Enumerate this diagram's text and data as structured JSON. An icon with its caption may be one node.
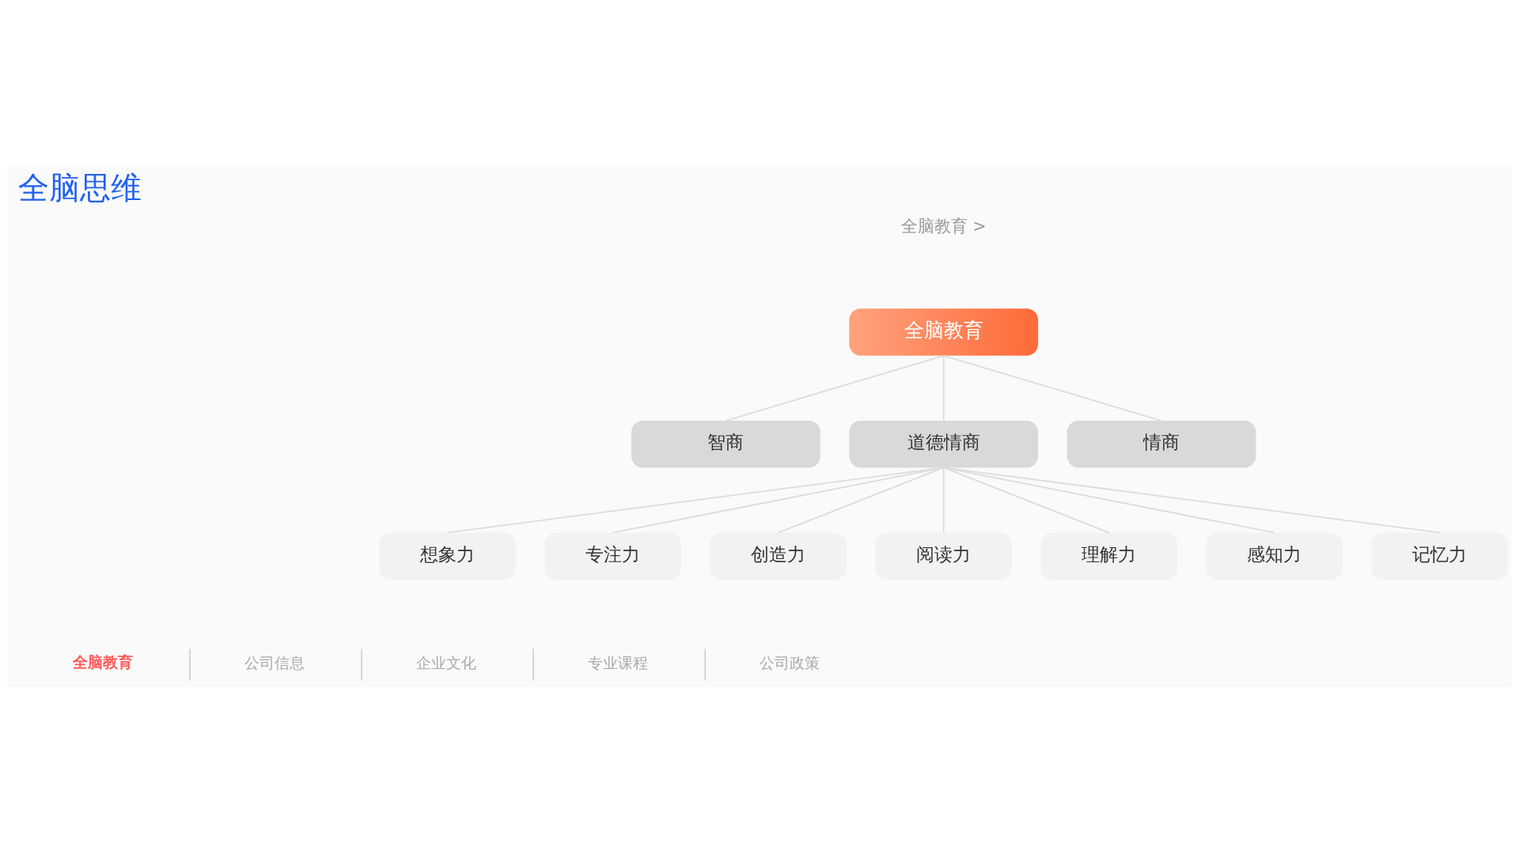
{
  "diagram": {
    "title": "全脑思维",
    "nodes": [
      {
        "text": [
          "全脑教育"
        ]
      },
      {
        "text": [
          "智商"
        ]
      },
      {
        "text": [
          "道德情商"
        ]
      },
      {
        "text": [
          "情商"
        ]
      },
      {
        "text": [
          "想象力"
        ]
      },
      {
        "text": [
          "专注力"
        ]
      },
      {
        "text": [
          "创造力"
        ]
      },
      {
        "text": [
          "阅读力"
        ]
      },
      {
        "text": [
          "理解力"
        ]
      },
      {
        "text": [
          "感知力"
        ]
      },
      {
        "text": [
          "记忆力"
        ]
      }
    ],
    "edges": [
      {
        "from": 0,
        "to": 1,
        "arrow": "none"
      },
      {
        "from": 0,
        "to": 2,
        "arrow": "none"
      },
      {
        "from": 0,
        "to": 3,
        "arrow": "none"
      },
      {
        "from": 2,
        "to": 4,
        "arrow": "none"
      },
      {
        "from": 2,
        "to": 5,
        "arrow": "none"
      },
      {
        "from": 2,
        "to": 6,
        "arrow": "none"
      },
      {
        "from": 2,
        "to": 7,
        "arrow": "none"
      },
      {
        "from": 2,
        "to": 8,
        "arrow": "none"
      },
      {
        "from": 2,
        "to": 9,
        "arrow": "none"
      },
      {
        "from": 2,
        "to": 10,
        "arrow": "none"
      }
    ],
    "labels": [
      "全脑教育 >",
      "全脑教育",
      "公司信息",
      "企业文化",
      "专业课程",
      "公司政策"
    ]
  }
}
